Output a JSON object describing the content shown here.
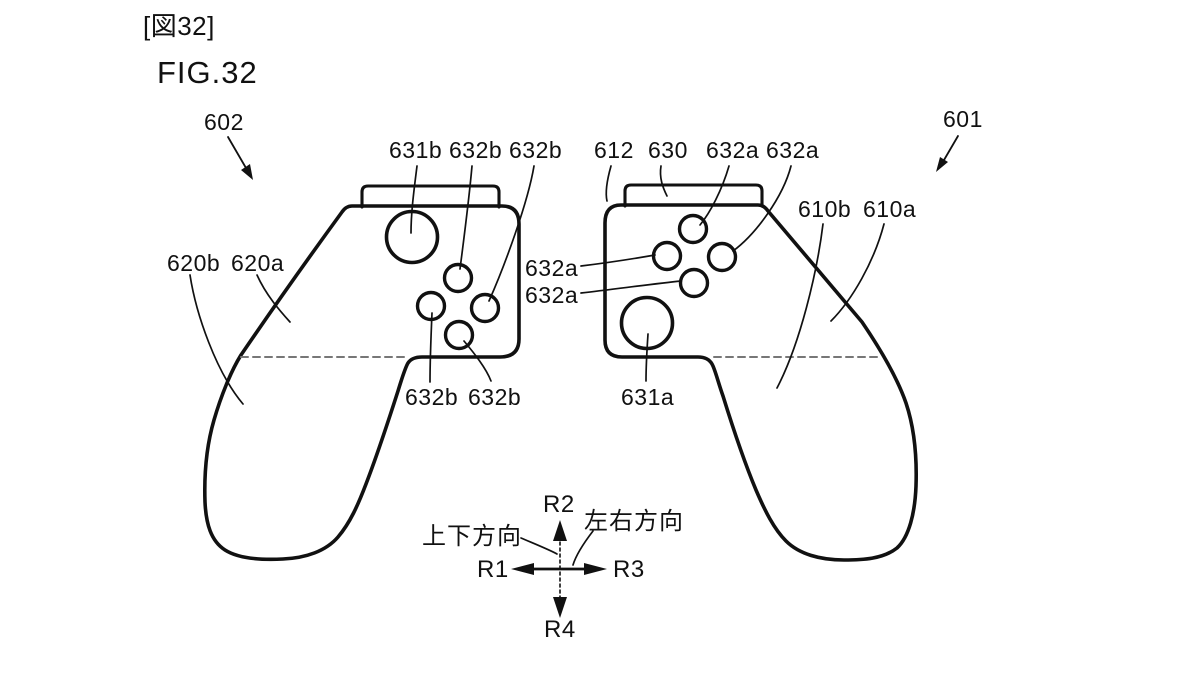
{
  "figure": {
    "tag": "[図32]",
    "title": "FIG.32"
  },
  "reference_labels": {
    "left_unit": "602",
    "right_unit": "601",
    "left_top_1": "631b",
    "left_top_2": "632b",
    "left_top_3": "632b",
    "right_top_1": "612",
    "right_top_2": "630",
    "right_top_3": "632a",
    "right_top_4": "632a",
    "right_side_1": "610b",
    "right_side_2": "610a",
    "left_side_1": "620b",
    "left_side_2": "620a",
    "right_mid_1": "632a",
    "right_mid_2": "632a",
    "left_bottom_1": "632b",
    "left_bottom_2": "632b",
    "right_stick": "631a"
  },
  "direction_indicator": {
    "up": "R2",
    "down": "R4",
    "left": "R1",
    "right": "R3",
    "vertical_axis_label": "上下方向",
    "horizontal_axis_label": "左右方向"
  },
  "colors": {
    "line": "#111111",
    "dashed_line": "#777777",
    "background": "#ffffff"
  }
}
